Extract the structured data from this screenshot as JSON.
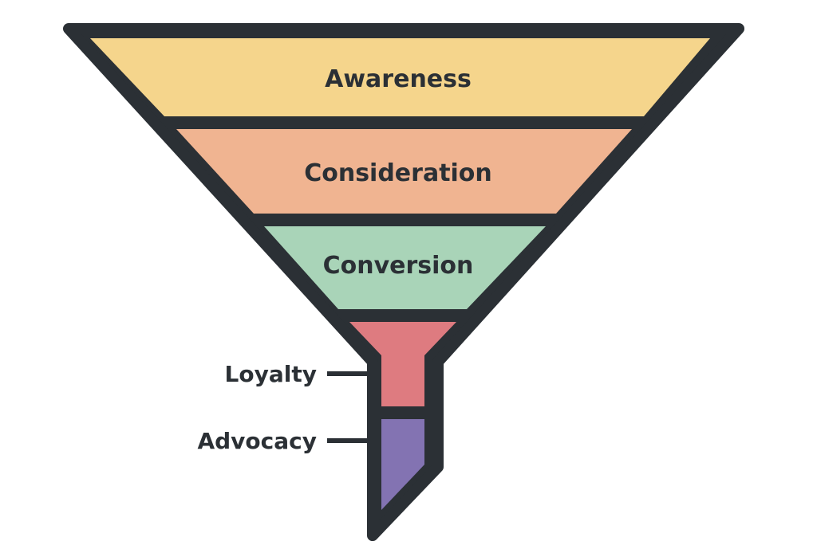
{
  "colors": {
    "outline": "#2b3035",
    "awareness": "#f5d58c",
    "consideration": "#f0b491",
    "conversion": "#a9d4b8",
    "loyalty": "#de7b80",
    "advocacy": "#8373b2",
    "background": "#ffffff"
  },
  "stages": [
    {
      "label": "Awareness"
    },
    {
      "label": "Consideration"
    },
    {
      "label": "Conversion"
    },
    {
      "label": "Loyalty"
    },
    {
      "label": "Advocacy"
    }
  ]
}
